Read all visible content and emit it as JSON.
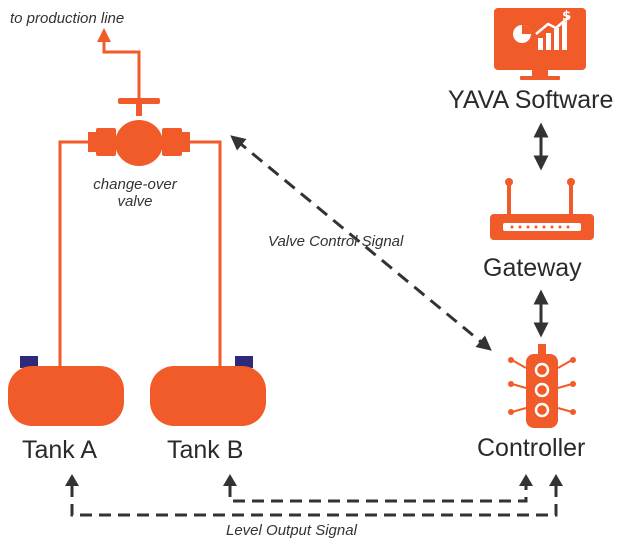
{
  "labels": {
    "production": "to production line",
    "valve_line1": "change-over",
    "valve_line2": "valve",
    "valve_signal": "Valve Control Signal",
    "software": "YAVA Software",
    "gateway": "Gateway",
    "controller": "Controller",
    "tank_a": "Tank A",
    "tank_b": "Tank B",
    "level_signal": "Level Output Signal"
  },
  "colors": {
    "accent": "#f15a29",
    "lid": "#2e2a7a",
    "dash": "#333333",
    "text": "#2a2a2a"
  },
  "icons": [
    "monitor-chart-icon",
    "router-icon",
    "traffic-light-icon",
    "valve-icon",
    "tank-icon"
  ]
}
